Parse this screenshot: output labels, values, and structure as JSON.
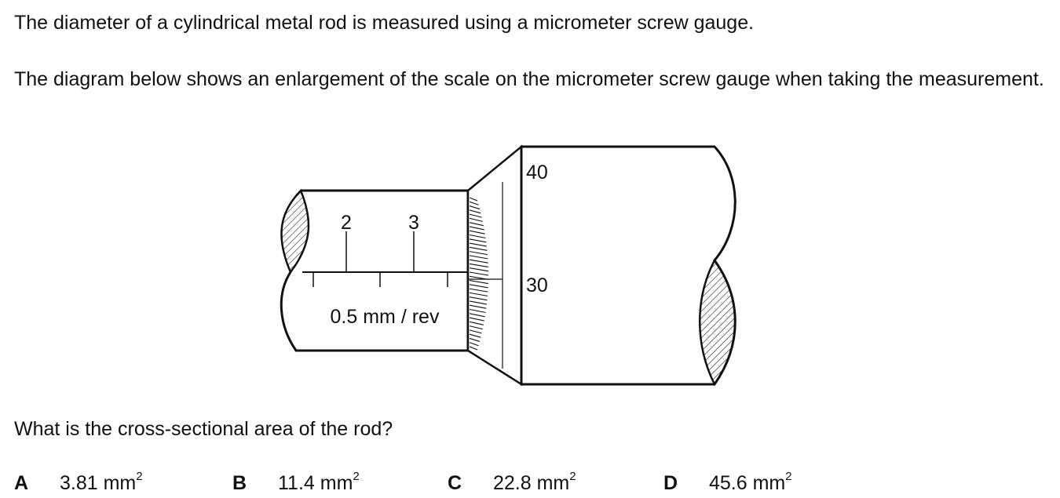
{
  "question": {
    "intro": "The diameter of a cylindrical metal rod is measured using a micrometer screw gauge.",
    "diagram_intro": "The diagram below shows an enlargement of the scale on the micrometer screw gauge when taking the measurement.",
    "prompt": "What is the cross-sectional area of the rod?"
  },
  "diagram": {
    "sleeve_labels": [
      "2",
      "3"
    ],
    "pitch_label": "0.5 mm / rev",
    "thimble_labels": [
      "40",
      "30"
    ]
  },
  "options": [
    {
      "letter": "A",
      "value": "3.81 mm",
      "exp": "2"
    },
    {
      "letter": "B",
      "value": "11.4 mm",
      "exp": "2"
    },
    {
      "letter": "C",
      "value": "22.8 mm",
      "exp": "2"
    },
    {
      "letter": "D",
      "value": "45.6 mm",
      "exp": "2"
    }
  ]
}
